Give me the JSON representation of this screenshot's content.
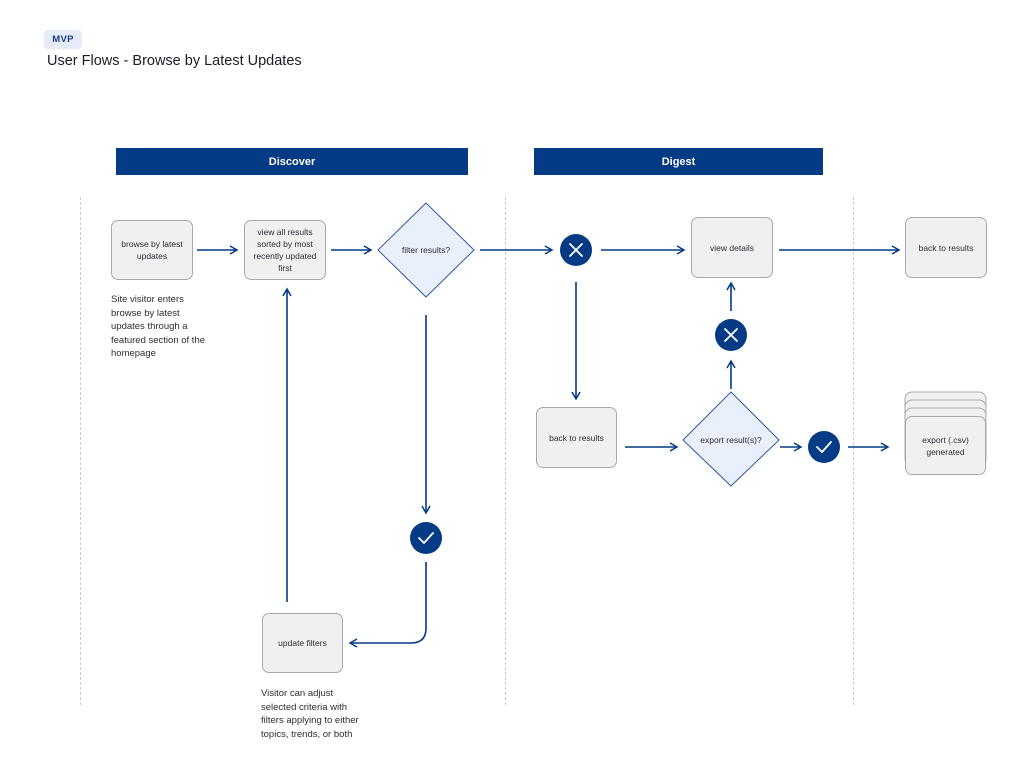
{
  "header": {
    "badge": "MVP",
    "title": "User Flows - Browse by Latest Updates"
  },
  "phases": {
    "discover": "Discover",
    "digest": "Digest"
  },
  "nodes": {
    "browse": "browse by latest updates",
    "view_all": "view all results sorted by most recently updated first",
    "filter_decision": "filter results?",
    "update_filters": "update filters",
    "view_details": "view details",
    "back_to_results_top": "back to results",
    "back_to_results_bottom": "back to results",
    "export_decision": "export result(s)?",
    "export_generated": "export (.csv) generated"
  },
  "notes": {
    "entry": "Site visitor enters browse by latest updates through a featured section of the homepage",
    "filters": "Visitor can adjust selected criteria with filters applying to either topics, trends, or both"
  },
  "colors": {
    "primary": "#053a84",
    "diamond_fill": "#e9f0fb",
    "box_fill": "#f0f0f0"
  }
}
